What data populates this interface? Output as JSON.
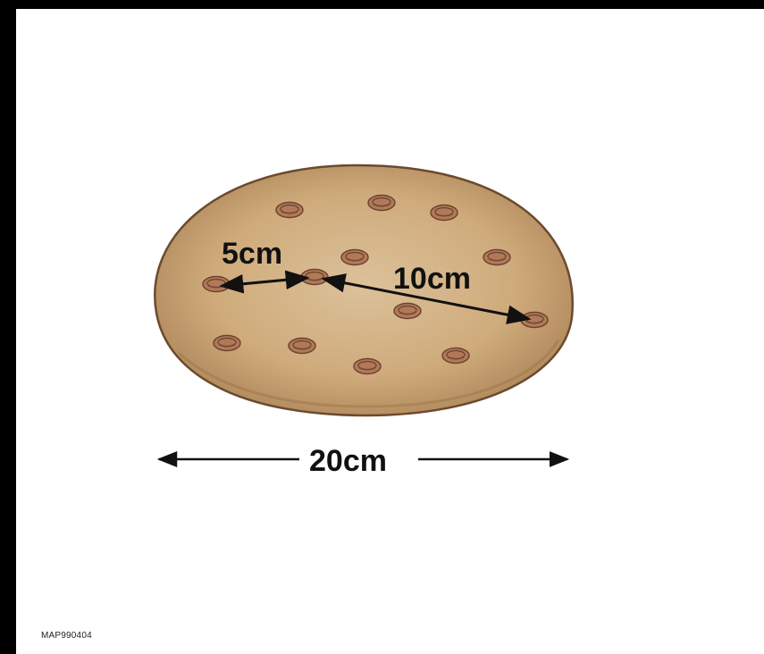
{
  "labels": {
    "short_distance": "5cm",
    "long_distance": "10cm",
    "width": "20cm"
  },
  "figure_code": "MAP990404",
  "colors": {
    "background_frame": "#000000",
    "canvas": "#ffffff",
    "bread_fill": "#cfae80",
    "bread_edge": "#6b4a2e",
    "raisin": "#8b5a3c",
    "arrow": "#111111"
  }
}
